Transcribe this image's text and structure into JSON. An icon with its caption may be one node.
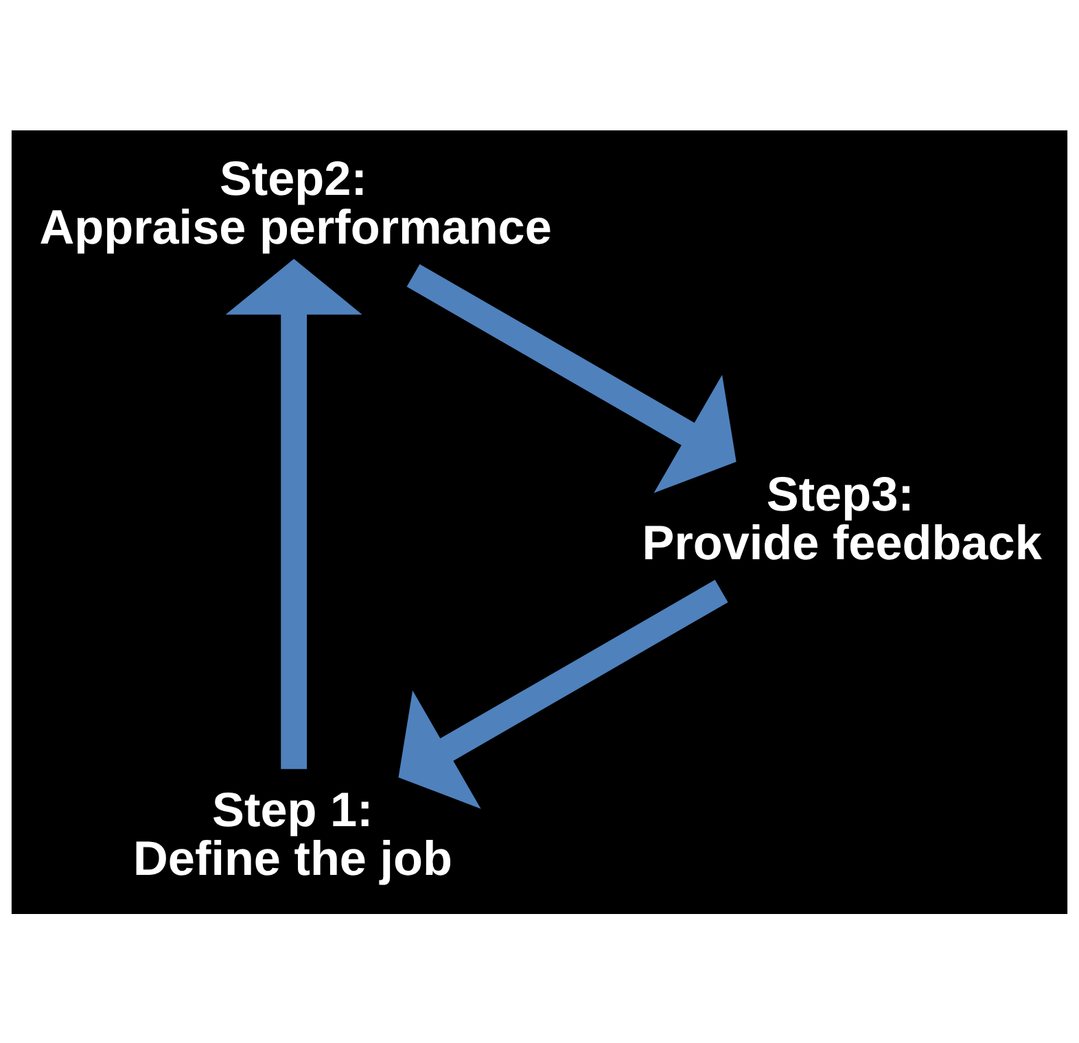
{
  "diagram": {
    "nodes": [
      {
        "text": [
          "Step 1:",
          "Define the job"
        ]
      },
      {
        "text": [
          "Step2:",
          "Appraise performance"
        ]
      },
      {
        "text": [
          "Step3:",
          "Provide feedback"
        ]
      }
    ],
    "edges": [
      {
        "from": 2,
        "to": 0,
        "arrow": "to"
      },
      {
        "from": 0,
        "to": 1,
        "arrow": "to"
      },
      {
        "from": 1,
        "to": 2,
        "arrow": "to"
      }
    ]
  }
}
